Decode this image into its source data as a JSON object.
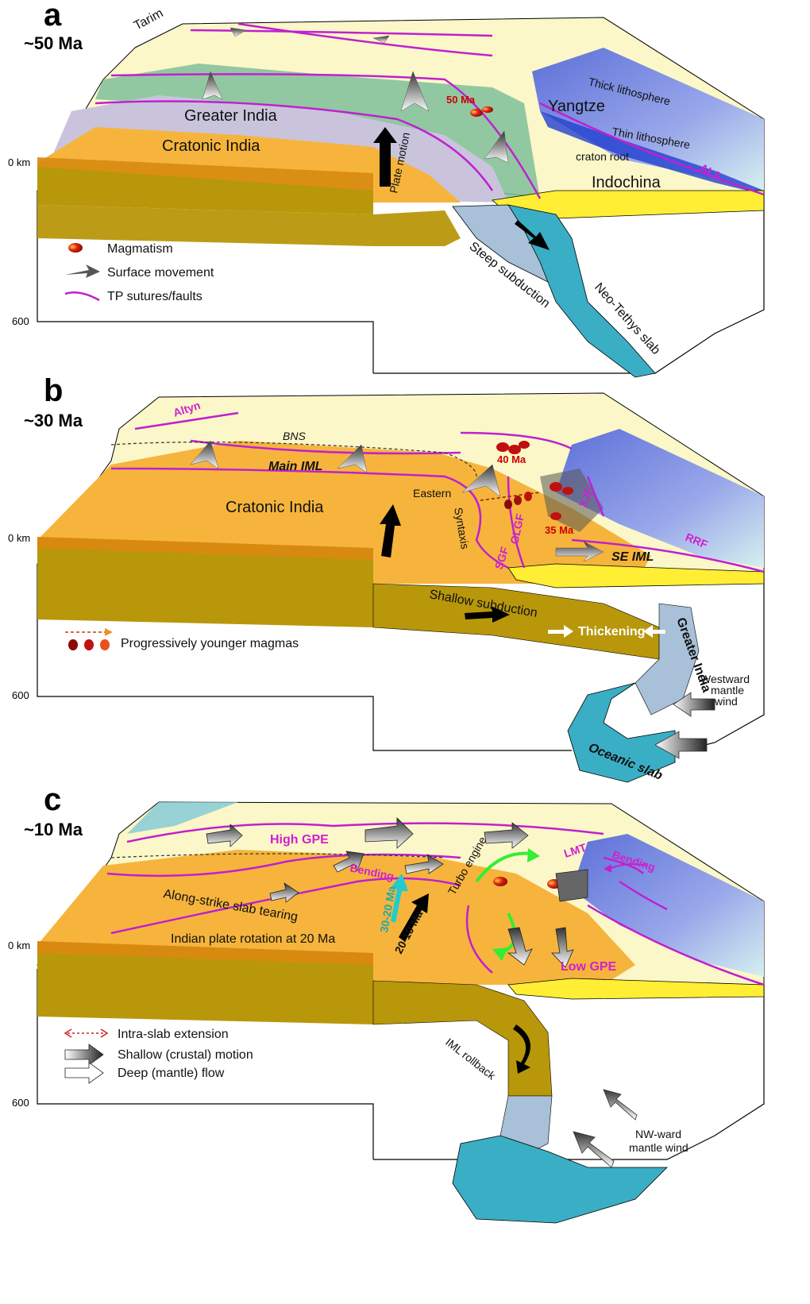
{
  "panels": [
    {
      "label": "a",
      "age": "~50 Ma",
      "depth_top": "0 km",
      "depth_bottom": "600",
      "labels": {
        "tarim": "Tarim",
        "greater_india": "Greater India",
        "cratonic_india": "Cratonic India",
        "plate_motion": "Plate motion",
        "age_magma": "50 Ma",
        "yangtze": "Yangtze",
        "thick_lithosphere": "Thick lithosphere",
        "thin_lithosphere": "Thin lithosphere",
        "craton_root": "craton root",
        "indochina": "Indochina",
        "als": "ALS",
        "steep_subduction": "Steep subduction",
        "neo_tethys": "Neo-Tethys slab"
      },
      "legend": [
        "Magmatism",
        "Surface movement",
        "TP sutures/faults"
      ]
    },
    {
      "label": "b",
      "age": "~30 Ma",
      "depth_top": "0 km",
      "depth_bottom": "600",
      "labels": {
        "altyn": "Altyn",
        "bns": "BNS",
        "main_iml": "Main IML",
        "cratonic_india": "Cratonic India",
        "eastern": "Eastern",
        "syntaxis": "Syntaxis",
        "age_40": "40 Ma",
        "age_35": "35 Ma",
        "xjf": "XJF",
        "glgf": "GLGF",
        "sgf": "SGF",
        "rrf": "RRF",
        "se_iml": "SE IML",
        "shallow_subduction": "Shallow subduction",
        "thickening": "Thickening",
        "greater_india": "Greater India",
        "westward_wind": [
          "Westward",
          "mantle",
          "wind"
        ],
        "oceanic_slab": "Oceanic slab"
      },
      "legend": [
        "Progressively younger magmas"
      ]
    },
    {
      "label": "c",
      "age": "~10 Ma",
      "depth_top": "0 km",
      "depth_bottom": "600",
      "labels": {
        "high_gpe": "High GPE",
        "bending_left": "Bending",
        "bending_right": "Bending",
        "lmt": "LMT",
        "turbo_engine": "Turbo engine",
        "tearing": "Along-strike slab tearing",
        "rotation": "Indian plate rotation at 20 Ma",
        "arrow_30_20": "30-20 Ma",
        "arrow_20_10": "20-10 Ma",
        "low_gpe": "Low GPE",
        "iml_rollback": "IML rollback",
        "nw_wind": [
          "NW-ward",
          "mantle  wind"
        ]
      },
      "legend": [
        "Intra-slab extension",
        "Shallow (crustal) motion",
        "Deep (mantle) flow"
      ]
    }
  ],
  "colors": {
    "cratonic": "#f6b43c",
    "greater": "#c9c4dc",
    "top_pale": "#fbf7c8",
    "crust_dark": "#b8970a",
    "slab_blue": "#3aaec4",
    "slab_light": "#a8c0d8",
    "yangtze_blue": "#7d8fe0",
    "suture": "#c020d0",
    "green": "#7fbf9a",
    "yellow": "#ffee33"
  }
}
